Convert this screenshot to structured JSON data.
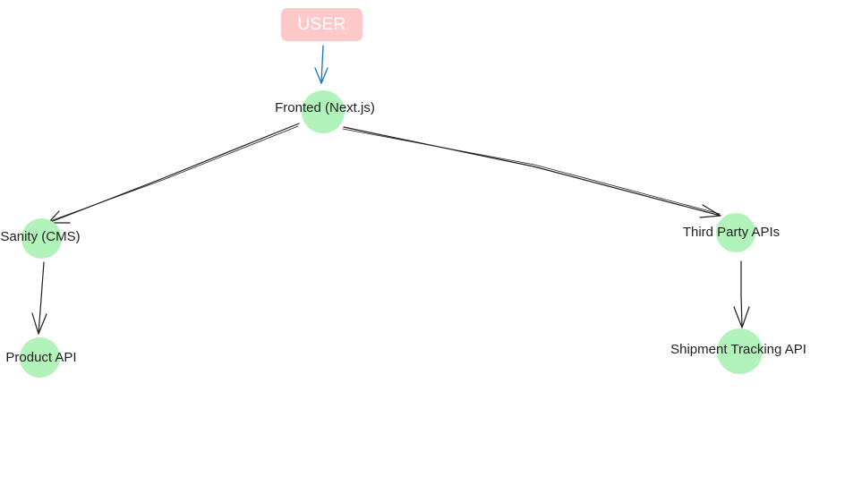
{
  "colors": {
    "user_fill": "#ffc9c9",
    "user_text": "#ffffff",
    "node_fill": "#b2f2bb",
    "edge_black": "#1e1e1e",
    "edge_blue": "#1971c2"
  },
  "nodes": {
    "user": {
      "label": "USER"
    },
    "frontend": {
      "label": "Fronted (Next.js)"
    },
    "sanity": {
      "label": "Sanity (CMS)"
    },
    "third_party": {
      "label": "Third Party APIs"
    },
    "product_api": {
      "label": "Product API"
    },
    "shipment": {
      "label": "Shipment Tracking API"
    }
  }
}
